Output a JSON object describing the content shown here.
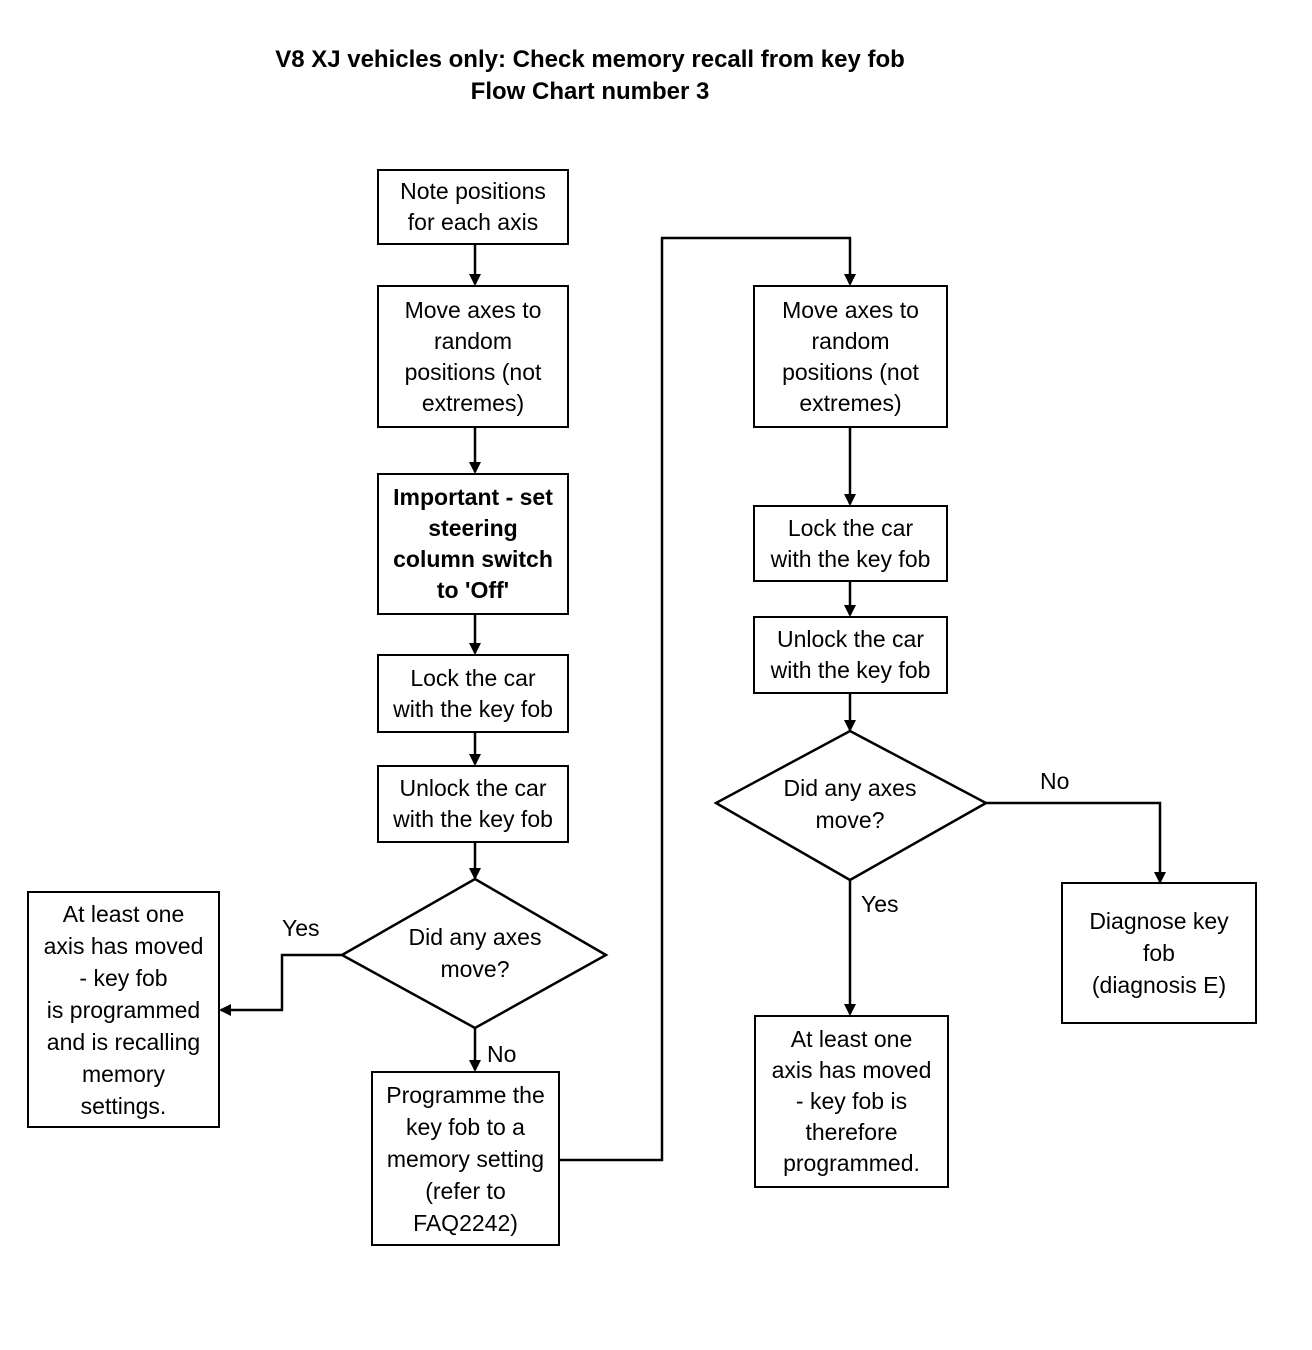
{
  "title": {
    "line1": "V8 XJ vehicles only:  Check memory recall from key fob",
    "line2": "Flow Chart number 3"
  },
  "nodes": {
    "note_positions": "Note positions\nfor each axis",
    "move_axes_1": "Move axes to\nrandom\npositions (not\nextremes)",
    "important_set_switch": "Important - set\nsteering\ncolumn switch\nto 'Off'",
    "lock_car_1": "Lock the car\nwith the key fob",
    "unlock_car_1": "Unlock the car\nwith the key fob",
    "decision_1": "Did any axes\nmove?",
    "result_programmed_recalling": "At least one\naxis has moved\n- key fob\nis  programmed\nand is recalling\nmemory\nsettings.",
    "programme_key_fob": "Programme the\nkey fob to a\nmemory setting\n(refer to\nFAQ2242)",
    "move_axes_2": "Move axes to\nrandom\npositions (not\nextremes)",
    "lock_car_2": "Lock the car\nwith the key fob",
    "unlock_car_2": "Unlock the car\nwith the key fob",
    "decision_2": "Did any axes\nmove?",
    "diagnose_key_fob": "Diagnose key\nfob\n(diagnosis E)",
    "result_therefore_programmed": "At least one\naxis has moved\n- key fob is\ntherefore\nprogrammed."
  },
  "edge_labels": {
    "decision_1_yes": "Yes",
    "decision_1_no": "No",
    "decision_2_no": "No",
    "decision_2_yes": "Yes"
  }
}
